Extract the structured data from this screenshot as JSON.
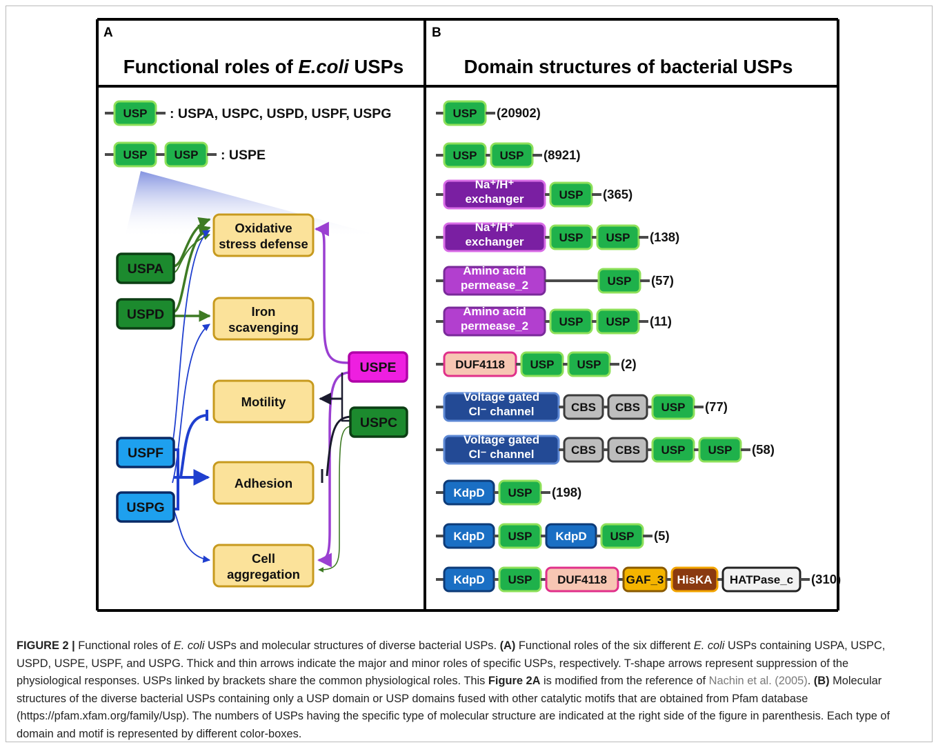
{
  "figure": {
    "panel_a": {
      "letter": "A",
      "title_pre": "Functional roles of ",
      "title_em": "E.coli",
      "title_post": " USPs",
      "legend": [
        {
          "domains": [
            "USP"
          ],
          "text": ": USPA, USPC, USPD, USPF, USPG"
        },
        {
          "domains": [
            "USP",
            "USP"
          ],
          "text": ": USPE"
        }
      ],
      "usps": [
        "USPA",
        "USPD",
        "USPE",
        "USPC",
        "USPF",
        "USPG"
      ],
      "roles": [
        [
          "Oxidative",
          "stress defense"
        ],
        [
          "Iron",
          "scavenging"
        ],
        [
          "Motility"
        ],
        [
          "Adhesion"
        ],
        [
          "Cell",
          "aggregation"
        ]
      ]
    },
    "panel_b": {
      "letter": "B",
      "title": "Domain structures of bacterial USPs",
      "rows": [
        {
          "domains": [
            {
              "t": "USP",
              "k": "usp"
            }
          ],
          "count": "(20902)"
        },
        {
          "domains": [
            {
              "t": "USP",
              "k": "usp"
            },
            {
              "t": "USP",
              "k": "usp"
            }
          ],
          "count": "(8921)"
        },
        {
          "domains": [
            {
              "t": "Na⁺/H⁺|exchanger",
              "k": "nah"
            },
            {
              "t": "USP",
              "k": "usp"
            }
          ],
          "count": "(365)"
        },
        {
          "domains": [
            {
              "t": "Na⁺/H⁺|exchanger",
              "k": "nah"
            },
            {
              "t": "USP",
              "k": "usp"
            },
            {
              "t": "USP",
              "k": "usp"
            }
          ],
          "count": "(138)"
        },
        {
          "domains": [
            {
              "t": "Amino acid|permease_2",
              "k": "aa"
            },
            {
              "t": "USP",
              "k": "usp"
            }
          ],
          "count": "(57)"
        },
        {
          "domains": [
            {
              "t": "Amino acid|permease_2",
              "k": "aa"
            },
            {
              "t": "USP",
              "k": "usp"
            },
            {
              "t": "USP",
              "k": "usp"
            }
          ],
          "count": "(11)"
        },
        {
          "domains": [
            {
              "t": "DUF4118",
              "k": "duf"
            },
            {
              "t": "USP",
              "k": "usp"
            },
            {
              "t": "USP",
              "k": "usp"
            }
          ],
          "count": "(2)"
        },
        {
          "domains": [
            {
              "t": "Voltage gated|Cl⁻ channel",
              "k": "vg"
            },
            {
              "t": "CBS",
              "k": "cbs"
            },
            {
              "t": "CBS",
              "k": "cbs"
            },
            {
              "t": "USP",
              "k": "usp"
            }
          ],
          "count": "(77)"
        },
        {
          "domains": [
            {
              "t": "Voltage gated|Cl⁻ channel",
              "k": "vg"
            },
            {
              "t": "CBS",
              "k": "cbs"
            },
            {
              "t": "CBS",
              "k": "cbs"
            },
            {
              "t": "USP",
              "k": "usp"
            },
            {
              "t": "USP",
              "k": "usp"
            }
          ],
          "count": "(58)"
        },
        {
          "domains": [
            {
              "t": "KdpD",
              "k": "kdp"
            },
            {
              "t": "USP",
              "k": "usp"
            }
          ],
          "count": "(198)"
        },
        {
          "domains": [
            {
              "t": "KdpD",
              "k": "kdp"
            },
            {
              "t": "USP",
              "k": "usp"
            },
            {
              "t": "KdpD",
              "k": "kdp"
            },
            {
              "t": "USP",
              "k": "usp"
            }
          ],
          "count": "(5)"
        },
        {
          "domains": [
            {
              "t": "KdpD",
              "k": "kdp"
            },
            {
              "t": "USP",
              "k": "usp"
            },
            {
              "t": "DUF4118",
              "k": "duf"
            },
            {
              "t": "GAF_3",
              "k": "gaf"
            },
            {
              "t": "HisKA",
              "k": "his"
            },
            {
              "t": "HATPase_c",
              "k": "hat"
            }
          ],
          "count": "(310)"
        }
      ]
    }
  },
  "caption": {
    "label": "FIGURE 2 |",
    "p1": " Functional roles of ",
    "p1_em": "E. coli",
    "p2": " USPs and molecular structures of diverse bacterial USPs. ",
    "a_label": "(A)",
    "p3": " Functional roles of the six different ",
    "p3_em": "E. coli",
    "p4": " USPs containing USPA, USPC, USPD, USPE, USPF, and USPG. Thick and thin arrows indicate the major and minor roles of specific USPs, respectively. T-shape arrows represent suppression of the physiological responses. USPs linked by brackets share the common physiological roles. This ",
    "fig_ref": "Figure 2A",
    "p5": " is modified from the reference of ",
    "ref": "Nachin et al. (2005)",
    "p6": ". ",
    "b_label": "(B)",
    "p7": " Molecular structures of the diverse bacterial USPs containing only a USP domain or USP domains fused with other catalytic motifs that are obtained from Pfam database (https://pfam.xfam.org/family/Usp). The numbers of USPs having the specific type of molecular structure are indicated at the right side of the figure in parenthesis. Each type of domain and motif is represented by different color-boxes."
  }
}
